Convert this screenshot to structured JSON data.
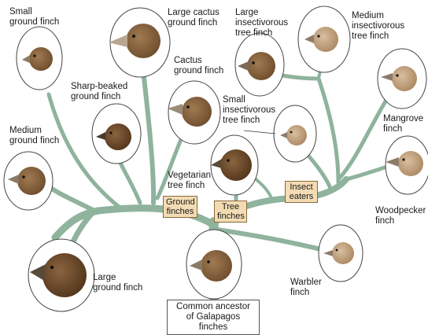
{
  "diagram": {
    "colors": {
      "branch": "#8fb39d",
      "branch_edge": "#6f9480",
      "label_box": "#f3dcb4",
      "oval_border": "#444444",
      "bird_dark": "#6b4a2a",
      "bird_light": "#b99470"
    },
    "species": [
      {
        "id": "small-ground-finch",
        "label": "Small\nground finch"
      },
      {
        "id": "large-cactus-ground-finch",
        "label": "Large cactus\nground finch"
      },
      {
        "id": "large-insectivorous-tree-finch",
        "label": "Large\ninsectivorous\ntree finch"
      },
      {
        "id": "medium-insectivorous-tree-finch",
        "label": "Medium\ninsectivorous\ntree finch"
      },
      {
        "id": "cactus-ground-finch",
        "label": "Cactus\nground finch"
      },
      {
        "id": "sharp-beaked-ground-finch",
        "label": "Sharp-beaked\nground finch"
      },
      {
        "id": "small-insectivorous-tree-finch",
        "label": "Small\ninsectivorous\ntree finch"
      },
      {
        "id": "mangrove-finch",
        "label": "Mangrove\nfinch"
      },
      {
        "id": "medium-ground-finch",
        "label": "Medium\nground finch"
      },
      {
        "id": "vegetarian-tree-finch",
        "label": "Vegetarian\ntree finch"
      },
      {
        "id": "woodpecker-finch",
        "label": "Woodpecker\nfinch"
      },
      {
        "id": "large-ground-finch",
        "label": "Large\nground finch"
      },
      {
        "id": "warbler-finch",
        "label": "Warbler\nfinch"
      }
    ],
    "groups": {
      "ground": "Ground\nfinches",
      "tree": "Tree\nfinches",
      "insect": "Insect\neaters"
    },
    "ancestor": "Common ancestor\nof Galapagos finches"
  }
}
